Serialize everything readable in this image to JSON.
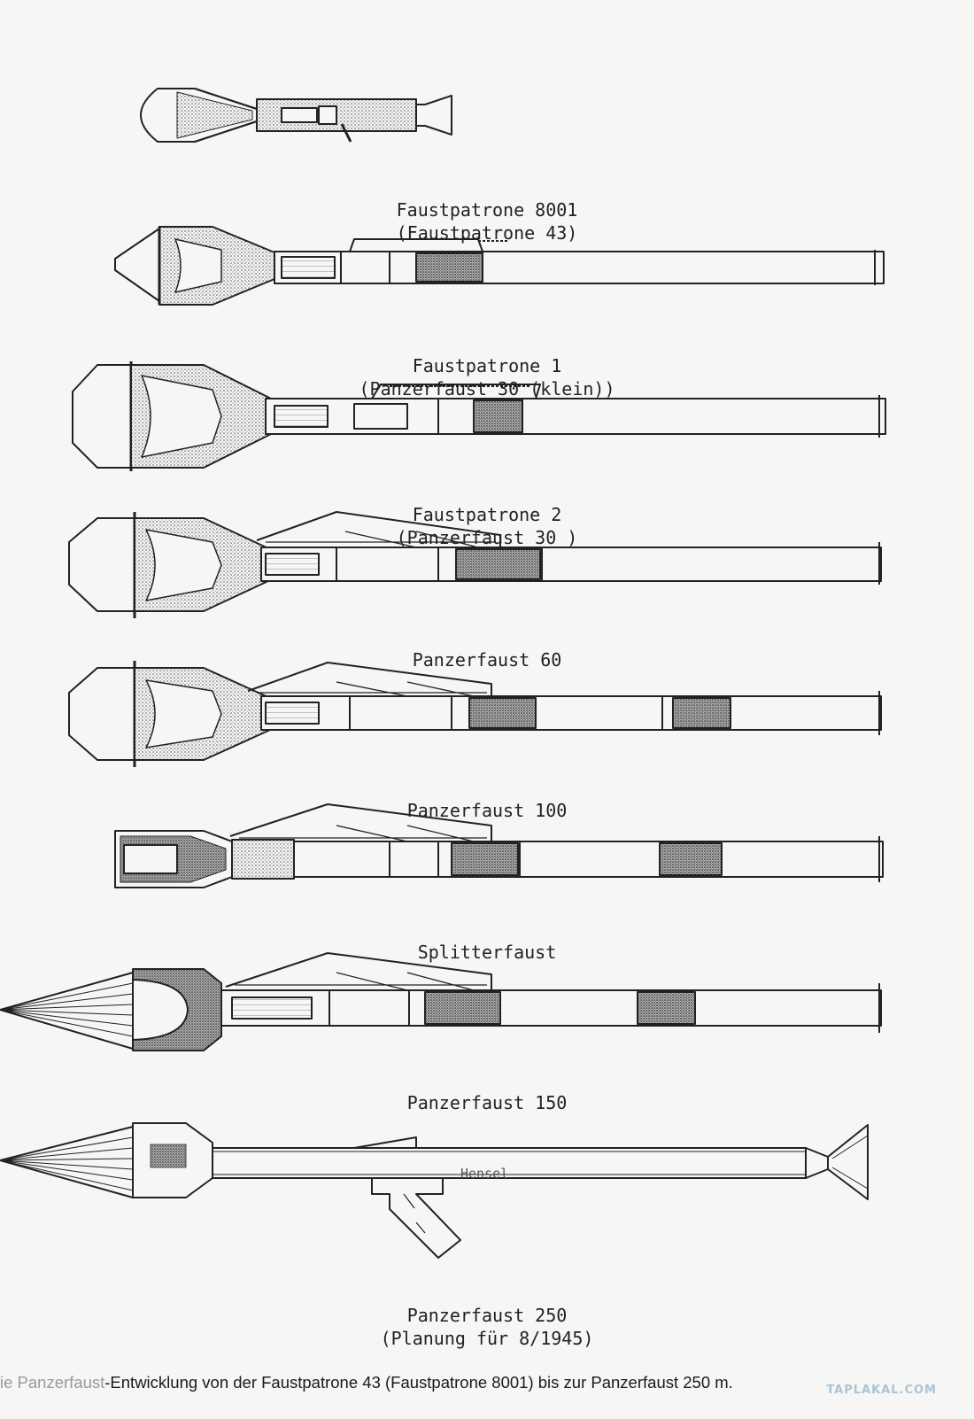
{
  "weapons": [
    {
      "name": "Faustpatrone 8001",
      "subtitle": "(Faustpatrone 43)"
    },
    {
      "name": "Faustpatrone 1",
      "subtitle": "(Panzerfaust 30 (klein))"
    },
    {
      "name": "Faustpatrone 2",
      "subtitle": "(Panzerfaust 30 )"
    },
    {
      "name": "Panzerfaust 60",
      "subtitle": ""
    },
    {
      "name": "Panzerfaust 100",
      "subtitle": ""
    },
    {
      "name": "Splitterfaust",
      "subtitle": ""
    },
    {
      "name": "Panzerfaust 150",
      "subtitle": ""
    },
    {
      "name": "Panzerfaust 250",
      "subtitle": "(Planung für 8/1945)",
      "stamp": "Hensel"
    }
  ],
  "caption": {
    "lead": "ie Panzerfaust",
    "text": "-Entwicklung von der Faustpatrone 43 (Faustpatrone 8001) bis zur Panzerfaust 250 m."
  },
  "watermark": "TAPLAKAL.COM",
  "colors": {
    "ink": "#222222",
    "paper": "#f6f6f4",
    "stipple": "#cfcfcf"
  }
}
